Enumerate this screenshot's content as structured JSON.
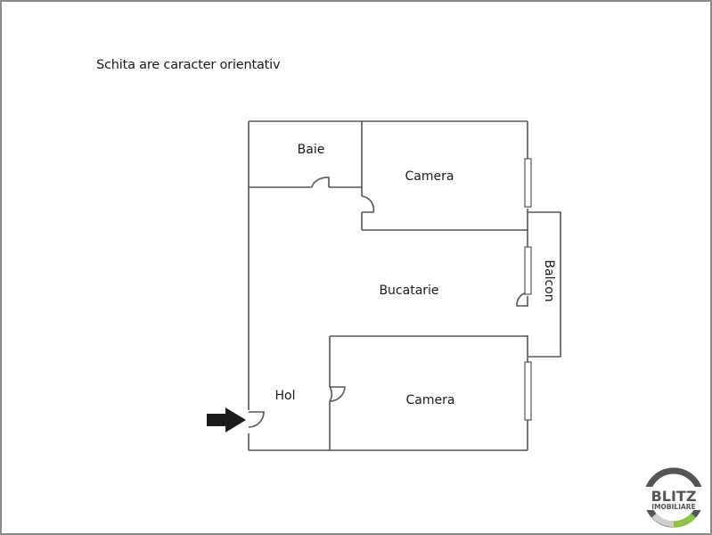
{
  "note": "Schita are caracter orientativ",
  "rooms": {
    "baie": "Baie",
    "camera_top": "Camera",
    "bucatarie": "Bucatarie",
    "balcon": "Balcon",
    "hol": "Hol",
    "camera_bottom": "Camera"
  },
  "logo": {
    "brand": "BLITZ",
    "sub": "IMOBILIARE",
    "ring_color": "#555555",
    "accent_color": "#8cc63f"
  },
  "colors": {
    "wall": "#555555",
    "border": "#8a8a8a",
    "arrow": "#1a1a1a"
  }
}
